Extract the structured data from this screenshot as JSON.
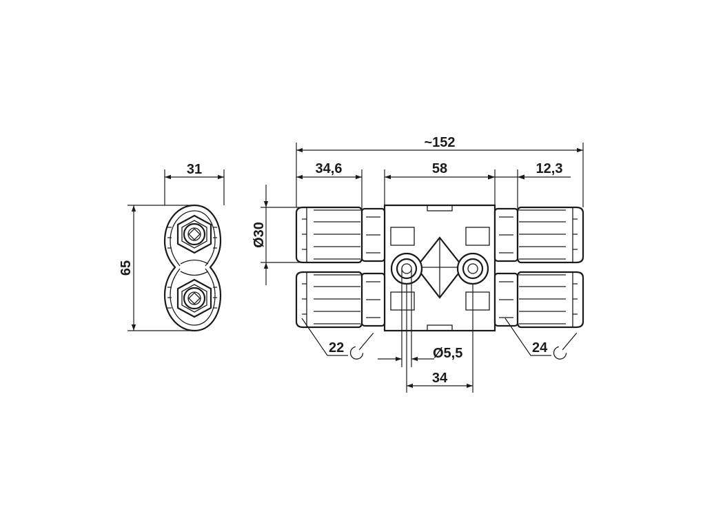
{
  "dimensions": {
    "overall_length": "~152",
    "left_connector_length": "34,6",
    "center_length": "58",
    "right_offset": "12,3",
    "diameter": "Ø30",
    "side_width": "31",
    "side_height": "65",
    "hole_diameter": "Ø5,5",
    "hole_spacing": "34",
    "wrench_left": "22",
    "wrench_right": "24"
  },
  "icons": {
    "wrench_left": "wrench-icon",
    "wrench_right": "wrench-icon"
  }
}
